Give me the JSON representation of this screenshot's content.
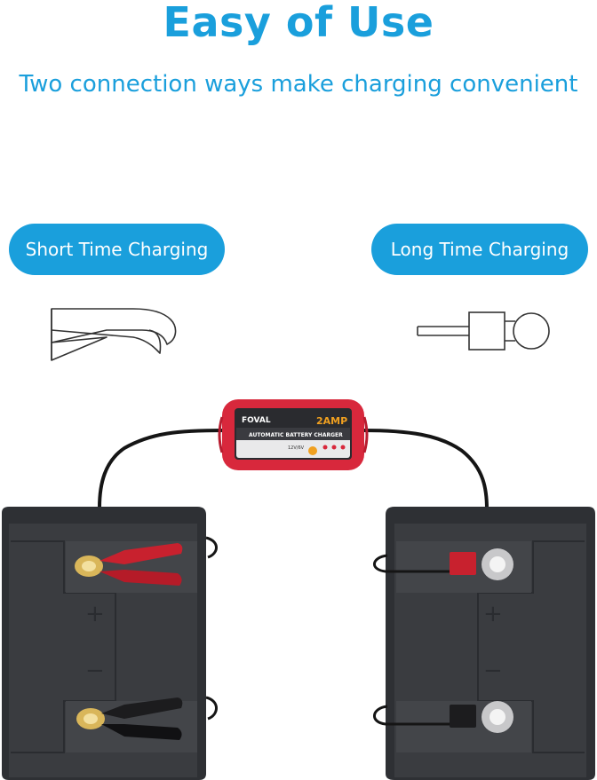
{
  "header": {
    "title": "Easy of Use",
    "subtitle": "Two connection ways make charging convenient"
  },
  "options": {
    "short_label": "Short Time Charging",
    "long_label": "Long Time Charging"
  },
  "charger": {
    "brand": "FOVAL",
    "rating": "2AMP",
    "label": "AUTOMATIC BATTERY CHARGER",
    "voltage": "12V/6V"
  },
  "battery": {
    "positive_symbol": "+",
    "negative_symbol": "−"
  },
  "colors": {
    "accent": "#1a9fdc",
    "battery": "#3a3c40",
    "charger_red": "#d8283c",
    "clamp_red": "#c8212e"
  }
}
